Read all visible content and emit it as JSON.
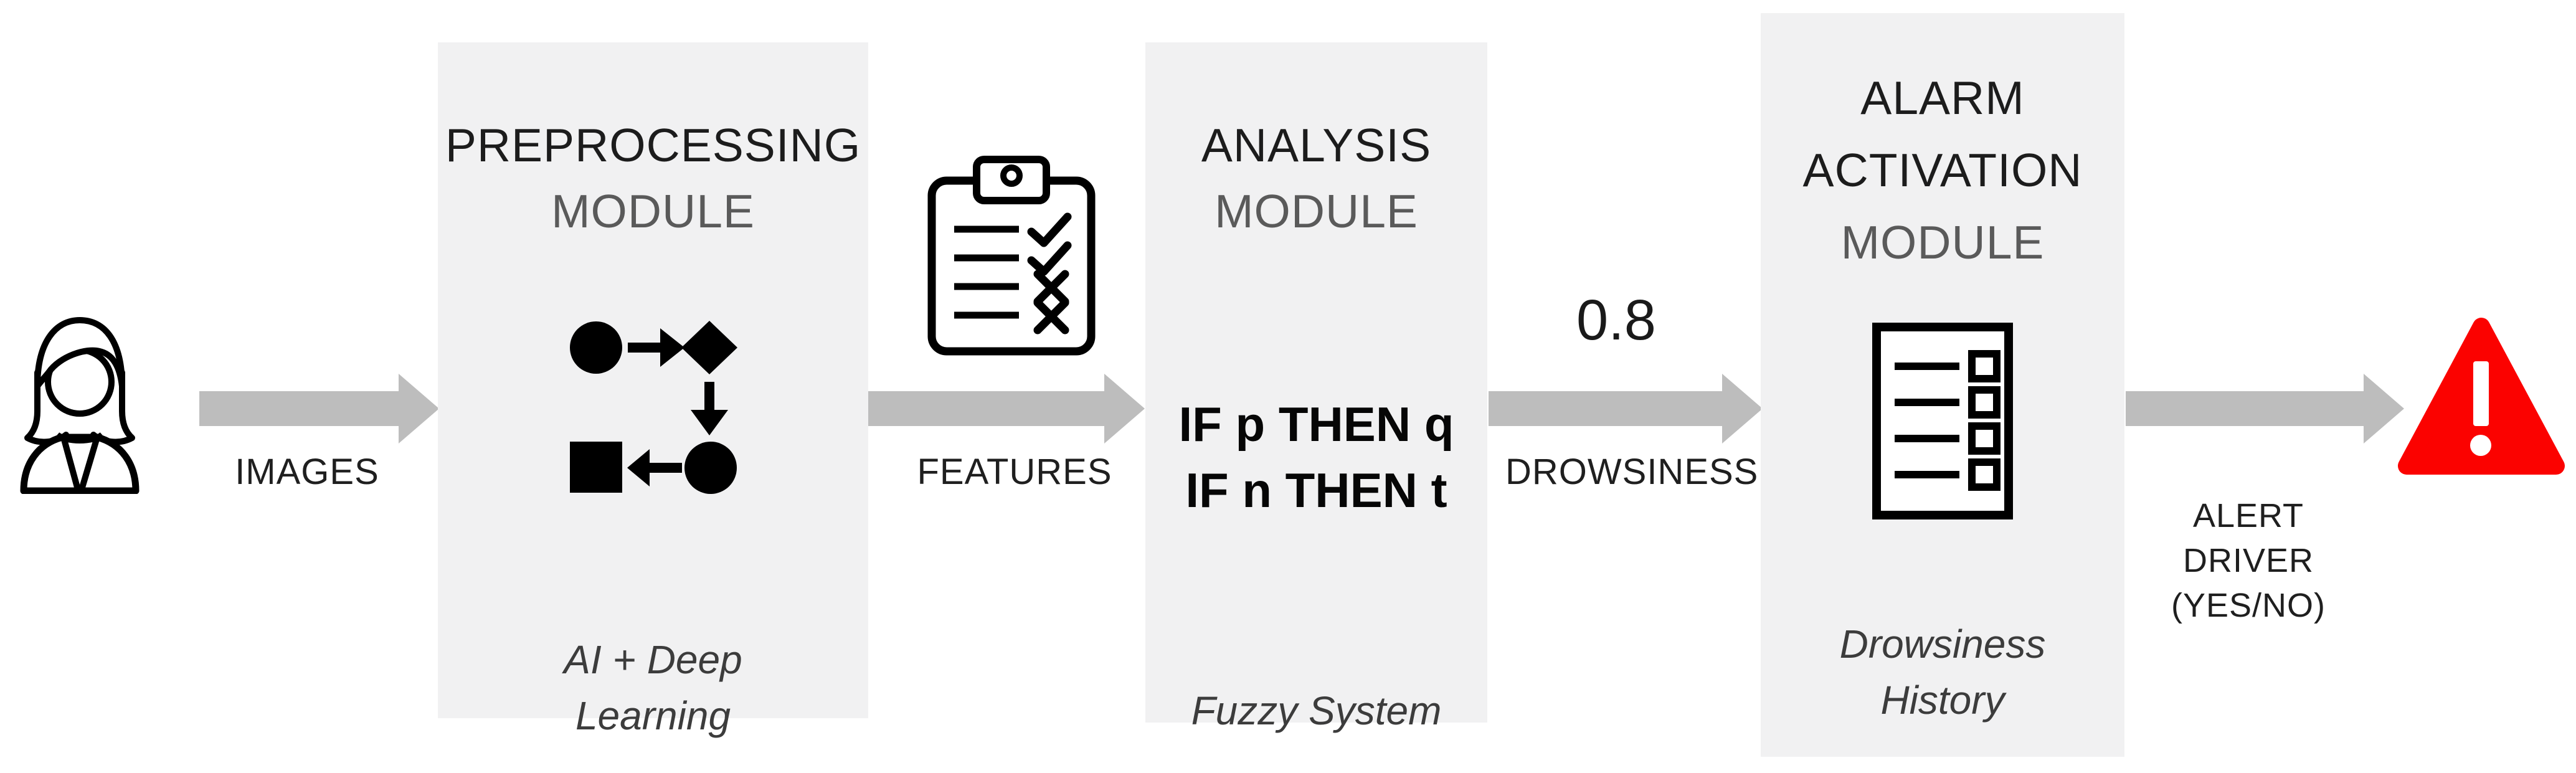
{
  "colors": {
    "module_bg": "#f1f1f2",
    "arrow_gray": "#bdbdbd",
    "text_primary": "#1c1c1c",
    "title_secondary": "#5a5a5a",
    "caption_gray": "#3c3c3c",
    "warning_red": "#fb0200",
    "icon_black": "#000000"
  },
  "icons": {
    "source": "woman-user-icon",
    "features": "clipboard-checklist-icon",
    "preprocessing": "flowchart-icon",
    "alarm": "checklist-document-icon",
    "output": "warning-triangle-icon"
  },
  "flow": {
    "images": "IMAGES",
    "features": "FEATURES",
    "drowsiness": "DROWSINESS",
    "drowsiness_value": "0.8",
    "alert_lines": [
      "ALERT",
      "DRIVER",
      "(YES/NO)"
    ]
  },
  "modules": {
    "preprocessing": {
      "title1": "PREPROCESSING",
      "title2": "MODULE",
      "caption1": "AI + Deep",
      "caption2": "Learning"
    },
    "analysis": {
      "title1": "ANALYSIS",
      "title2": "MODULE",
      "rule1": "IF p THEN q",
      "rule2": "IF n THEN t",
      "caption": "Fuzzy System"
    },
    "alarm": {
      "title1": "ALARM",
      "title2": "ACTIVATION",
      "title3": "MODULE",
      "caption1": "Drowsiness",
      "caption2": "History"
    }
  }
}
